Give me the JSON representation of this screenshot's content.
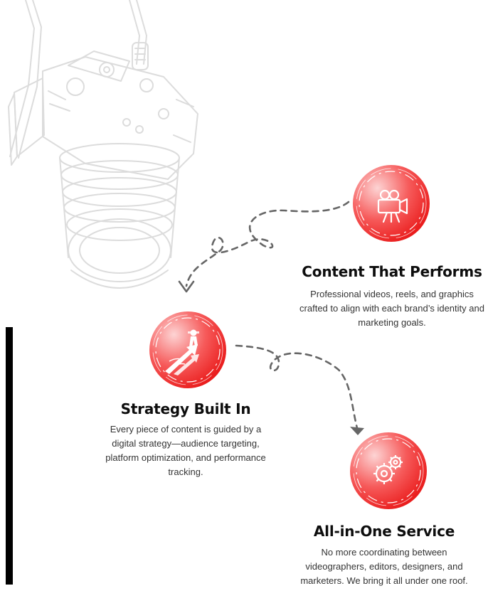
{
  "colors": {
    "accent": "#ef1f1f",
    "accent_light": "#fcd2d2",
    "title": "#0d0d0d",
    "text": "#333333",
    "line_art": "#dcdcdc",
    "dashes": "#666666",
    "left_bar": "#000000"
  },
  "features": [
    {
      "title": "Content That Performs",
      "description": "Professional videos, reels, and graphics crafted to align with each brand’s identity and marketing goals.",
      "icon": "movie-camera-icon"
    },
    {
      "title": "Strategy Built In",
      "description": "Every piece of content is guided by a digital strategy—audience targeting, platform optimization, and performance tracking.",
      "icon": "climber-on-rising-arrow-icon"
    },
    {
      "title": "All-in-One Service",
      "description": "No more coordinating between videographers, editors, designers, and marketers. We bring it all under one roof.",
      "icon": "gears-icon"
    }
  ]
}
